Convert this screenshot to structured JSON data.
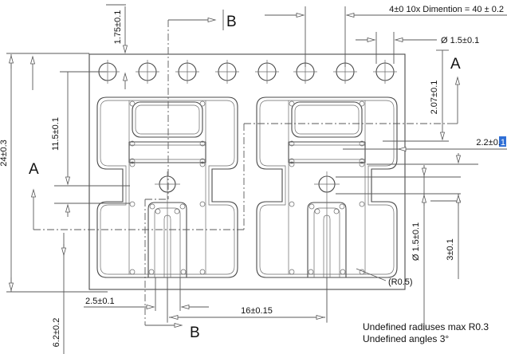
{
  "drawing": {
    "sections": {
      "a_label": "A",
      "b_label": "B"
    },
    "dimensions": {
      "edge_to_holes": "1.75±0.1",
      "hole_pitch_note": "4±0 10x Dimention = 40 ± 0.2",
      "sprocket_hole_dia": "Ø 1.5±0.1",
      "strip_width": "24±0.3",
      "body_height": "11.5±0.1",
      "a_line_offset": "2.07±0.1",
      "bar_width_main": "2.2±0.",
      "bar_width_selected": "1",
      "center_hole_dia": "Ø 1.5±0.1",
      "hole_to_bar": "3±0.1",
      "corner_radius": "(R0.5)",
      "slot_width": "2.5±0.1",
      "unit_pitch": "16±0.15",
      "bottom_offset": "6.2±0.2"
    },
    "notes": {
      "line1": "Undefined radiuses max R0.3",
      "line2": "Undefined angles 3°"
    },
    "colors": {
      "line": "#4a4a4a",
      "text": "#111111",
      "selection": "#2f6fd6"
    }
  }
}
